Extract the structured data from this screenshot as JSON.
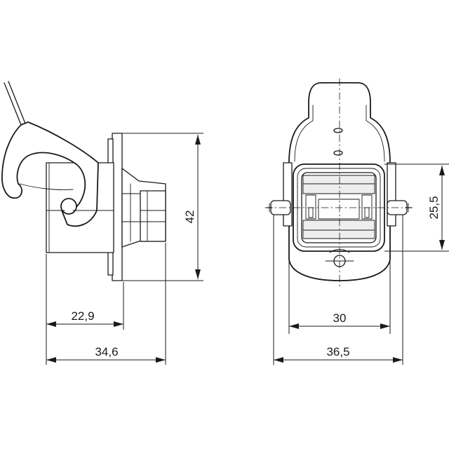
{
  "dimensions": {
    "side_height": "42",
    "side_depth_inner": "22,9",
    "side_depth_total": "34,6",
    "front_height": "25,5",
    "front_width_inner": "30",
    "front_width_total": "36,5"
  },
  "colors": {
    "line": "#1a1a1a",
    "background": "#ffffff"
  }
}
